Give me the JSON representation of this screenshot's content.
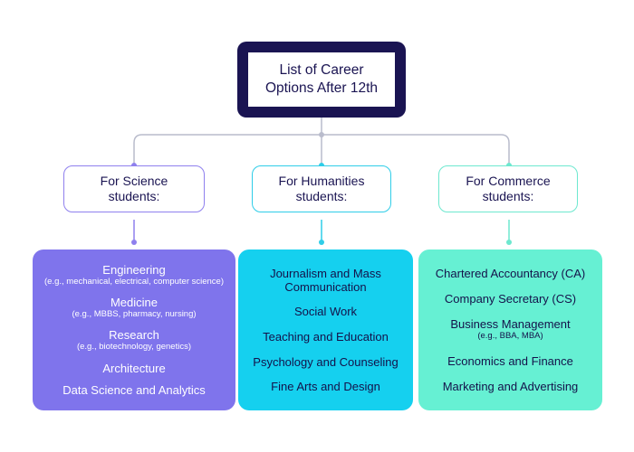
{
  "colors": {
    "root_bg": "#1a1452",
    "line": "#b9bccc",
    "science": "#7f74ec",
    "science_border": "#8f80ee",
    "humanities": "#15d0ef",
    "humanities_border": "#2fcde8",
    "commerce": "#66f0d3",
    "commerce_border": "#6de8cf"
  },
  "root": {
    "title": "List of Career Options After 12th"
  },
  "categories": {
    "science": {
      "label": "For Science students:"
    },
    "humanities": {
      "label": "For Humanities students:"
    },
    "commerce": {
      "label": "For Commerce students:"
    }
  },
  "science": {
    "items": [
      {
        "title": "Engineering",
        "note": "(e.g., mechanical, electrical, computer science)"
      },
      {
        "title": "Medicine",
        "note": "(e.g., MBBS, pharmacy, nursing)"
      },
      {
        "title": "Research",
        "note": "(e.g., biotechnology, genetics)"
      },
      {
        "title": "Architecture"
      },
      {
        "title": "Data Science and Analytics"
      }
    ]
  },
  "humanities": {
    "items": [
      {
        "title": "Journalism and Mass Communication"
      },
      {
        "title": "Social Work"
      },
      {
        "title": "Teaching and Education"
      },
      {
        "title": "Psychology and Counseling"
      },
      {
        "title": "Fine Arts and Design"
      }
    ]
  },
  "commerce": {
    "items": [
      {
        "title": "Chartered Accountancy (CA)"
      },
      {
        "title": "Company Secretary (CS)"
      },
      {
        "title": "Business Management",
        "note": "(e.g., BBA, MBA)"
      },
      {
        "title": "Economics and Finance"
      },
      {
        "title": "Marketing and Advertising"
      }
    ]
  }
}
